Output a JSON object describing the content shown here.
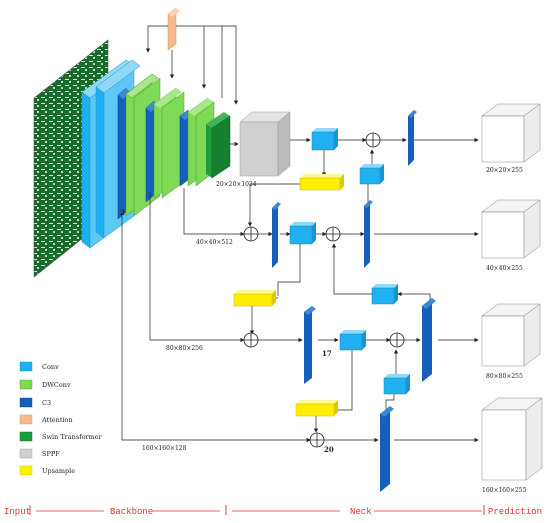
{
  "labels": {
    "spp_out": "20×20×1024",
    "f40": "40×40×512",
    "f80": "80×80×256",
    "f160": "160×160×128",
    "out20": "20×20×255",
    "out40": "40×40×255",
    "out80": "80×80×255",
    "out160": "160×160×255",
    "n2": "2",
    "n17": "17",
    "n20": "20"
  },
  "legend": {
    "conv": "Conv",
    "dwconv": "DWConv",
    "c3": "C3",
    "attention": "Attention",
    "swin": "Swin Transformer",
    "sppf": "SPPF",
    "upsample": "Upsample"
  },
  "bottom": {
    "input": "Input",
    "backbone": "Backbone",
    "neck": "Neck",
    "prediction": "Prediction"
  },
  "colors": {
    "conv": "#1eb0f0",
    "dwconv": "#7ed957",
    "c3": "#1560bd",
    "attention": "#f6b98e",
    "swin": "#1e9c3c",
    "sppf": "#cfcfcf",
    "upsample": "#ffee00",
    "divider": "#e8302a"
  }
}
